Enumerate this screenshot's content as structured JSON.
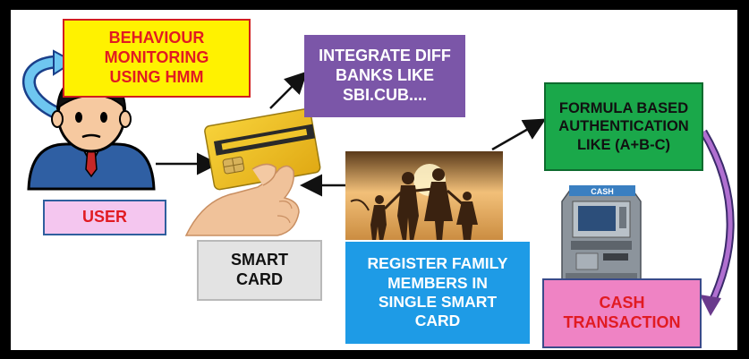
{
  "behaviour_box": {
    "lines": [
      "BEHAVIOUR",
      "MONITORING",
      "USING HMM"
    ]
  },
  "integrate_box": {
    "lines": [
      "INTEGRATE DIFF",
      "BANKS LIKE",
      "SBI.CUB...."
    ]
  },
  "formula_box": {
    "lines": [
      "FORMULA BASED",
      "AUTHENTICATION",
      "LIKE (A+B-C)"
    ]
  },
  "user_box": {
    "lines": [
      "USER"
    ]
  },
  "smartcard_box": {
    "lines": [
      "SMART",
      "CARD"
    ]
  },
  "register_box": {
    "lines": [
      "REGISTER FAMILY",
      "MEMBERS IN",
      "SINGLE SMART",
      "CARD"
    ]
  },
  "cash_box": {
    "lines": [
      "CASH",
      "TRANSACTION"
    ]
  },
  "atm_label": "CASH",
  "colors": {
    "yellow": "#fff200",
    "purple": "#7b56a8",
    "green": "#1aa84a",
    "pink": "#f4c6ef",
    "blue": "#1e9be6",
    "cash_pink": "#ef83c4",
    "red_text": "#e11b22"
  }
}
